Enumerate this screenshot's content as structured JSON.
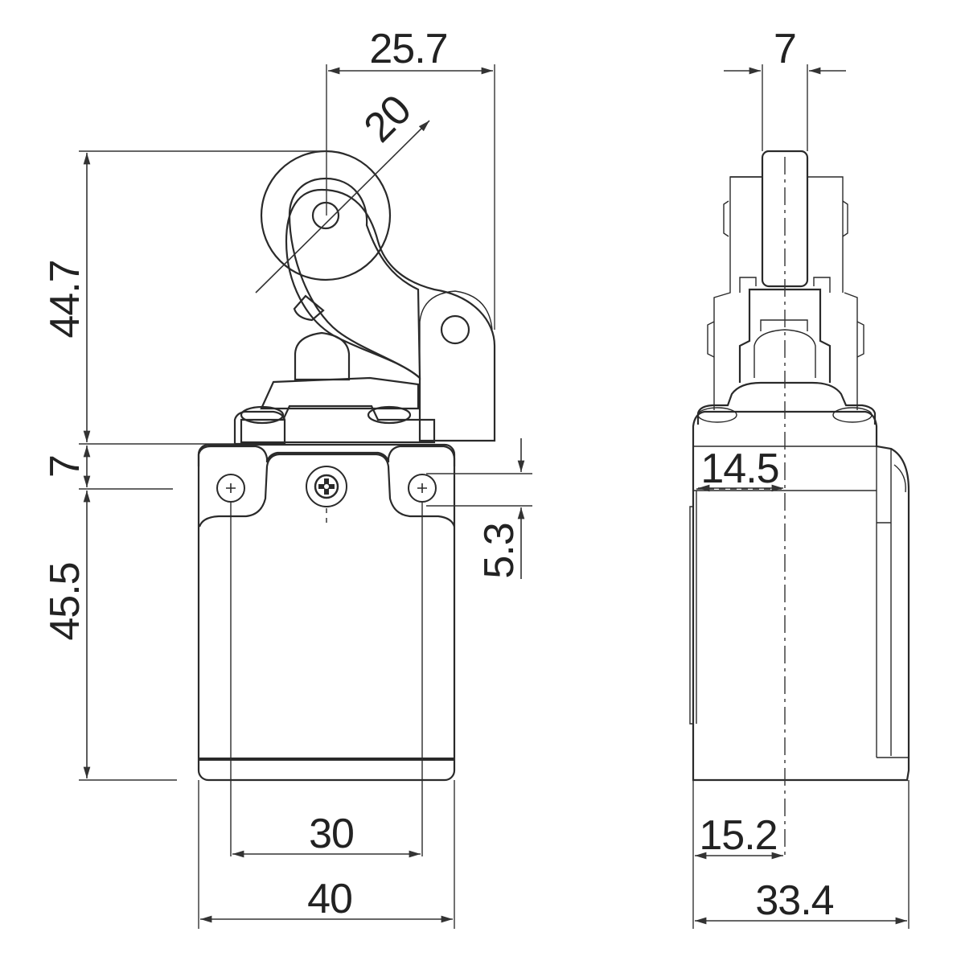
{
  "colors": {
    "body_fill": "#56616b",
    "body_fill_dark": "#4c565f",
    "outline": "#2a2a2a",
    "dimension": "#333333",
    "text": "#222222"
  },
  "front_view": {
    "dim_roller_offset": "25.7",
    "dim_roller_diameter": "20",
    "dim_lever_height": "44.7",
    "dim_head_height": "7",
    "dim_body_height": "45.5",
    "dim_hole_offset": "5.3",
    "dim_hole_spacing": "30",
    "dim_width": "40"
  },
  "side_view": {
    "dim_roller_width": "7",
    "dim_hole_depth": "14.5",
    "dim_center_offset": "15.2",
    "dim_depth": "33.4"
  }
}
